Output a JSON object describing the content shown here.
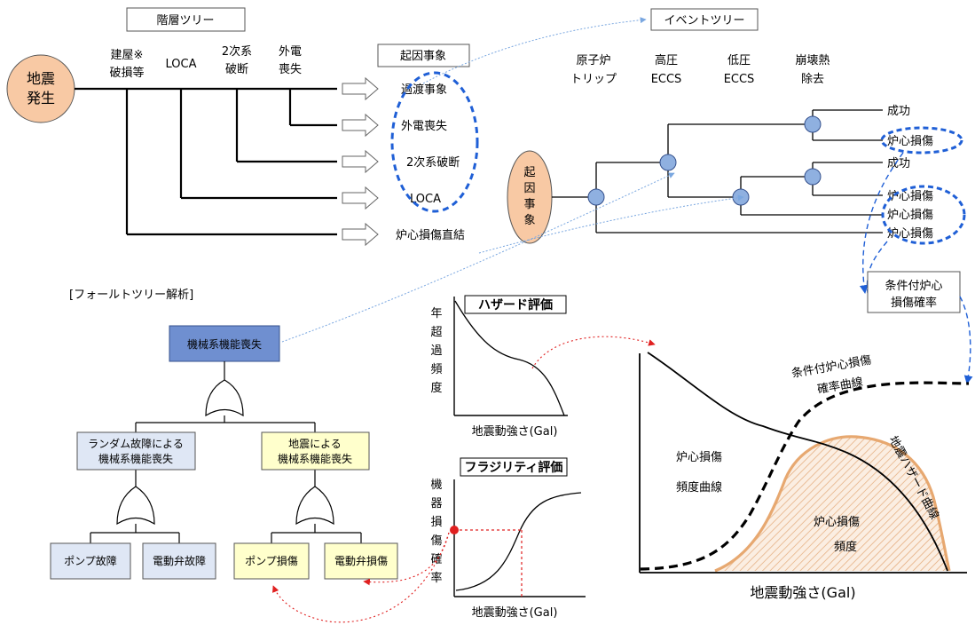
{
  "hierarchy": {
    "title": "階層ツリー",
    "start_node": [
      "地震",
      "発生"
    ],
    "columns": [
      [
        "建屋※",
        "破損等"
      ],
      [
        "LOCA"
      ],
      [
        "2次系",
        "破断"
      ],
      [
        "外電",
        "喪失"
      ]
    ],
    "initiating_title": "起因事象",
    "initiating_events": [
      "過渡事象",
      "外電喪失",
      "2次系破断",
      "LOCA",
      "炉心損傷直結"
    ]
  },
  "event_tree": {
    "title": "イベントツリー",
    "headers": [
      [
        "原子炉",
        "トリップ"
      ],
      [
        "高圧",
        "ECCS"
      ],
      [
        "低圧",
        "ECCS"
      ],
      [
        "崩壊熱",
        "除去"
      ]
    ],
    "start_node": [
      "起",
      "因",
      "事",
      "象"
    ],
    "outcomes": [
      "成功",
      "炉心損傷",
      "成功",
      "炉心損傷",
      "炉心損傷",
      "炉心損傷"
    ],
    "ccdp_box": [
      "条件付炉心",
      "損傷確率"
    ]
  },
  "fault_tree": {
    "section_title": "[フォールトツリー解析]",
    "top_event": "機械系機能喪失",
    "left_event": [
      "ランダム故障による",
      "機械系機能喪失"
    ],
    "right_event": [
      "地震による",
      "機械系機能喪失"
    ],
    "basic_events": [
      "ポンプ故障",
      "電動弁故障",
      "ポンプ損傷",
      "電動弁損傷"
    ]
  },
  "hazard": {
    "title": "ハザード評価",
    "ylabel_chars": [
      "年",
      "超",
      "過",
      "頻",
      "度"
    ],
    "xlabel": "地震動強さ(Gal)"
  },
  "fragility": {
    "title": "フラジリティ評価",
    "ylabel_chars": [
      "機",
      "器",
      "損",
      "傷",
      "確",
      "率"
    ],
    "xlabel": "地震動強さ(Gal)"
  },
  "main_chart": {
    "curve_ccdp": [
      "条件付炉心損傷",
      "確率曲線"
    ],
    "curve_cdf": [
      "炉心損傷",
      "頻度曲線"
    ],
    "curve_hazard": "地震ハザード曲線",
    "area_label": [
      "炉心損傷",
      "頻度"
    ],
    "xlabel": "地震動強さ(Gal)"
  },
  "colors": {
    "orange_node": "#f8c9a4",
    "blue_node": "#8fb0e0",
    "top_event_fill": "#6f8fd0",
    "left_event_fill": "#dfe7f5",
    "right_event_fill": "#ffffcc",
    "dashed_blue": "#1f5fd6",
    "dotted_red": "#e02020",
    "thin_blue": "#7aa7e0",
    "fill_curve": "#e7a870"
  }
}
